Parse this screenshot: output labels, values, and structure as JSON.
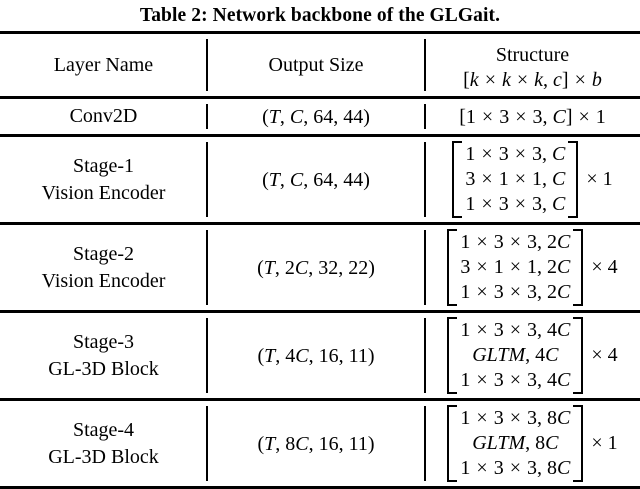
{
  "caption": "Table 2: Network backbone of the GLGait.",
  "table": {
    "columns": [
      {
        "id": "layer_name",
        "header": "Layer Name"
      },
      {
        "id": "output_size",
        "header": "Output Size"
      },
      {
        "id": "structure",
        "header_line1": "Structure",
        "header_line2": "[k × k × k, c] × b"
      }
    ],
    "rows": [
      {
        "layer_line1": "Conv2D",
        "layer_line2": "",
        "output_size": "(T, C, 64, 44)",
        "structure_lines": [
          "1 × 3 × 3, C"
        ],
        "structure_inline": "[1 × 3 × 3, C] × 1",
        "multiplier": "× 1",
        "bracketed": false
      },
      {
        "layer_line1": "Stage-1",
        "layer_line2": "Vision Encoder",
        "output_size": "(T, C, 64, 44)",
        "structure_lines": [
          "1 × 3 × 3, C",
          "3 × 1 × 1, C",
          "1 × 3 × 3, C"
        ],
        "multiplier": "× 1",
        "bracketed": true
      },
      {
        "layer_line1": "Stage-2",
        "layer_line2": "Vision Encoder",
        "output_size": "(T, 2C, 32, 22)",
        "structure_lines": [
          "1 × 3 × 3, 2C",
          "3 × 1 × 1, 2C",
          "1 × 3 × 3, 2C"
        ],
        "multiplier": "× 4",
        "bracketed": true
      },
      {
        "layer_line1": "Stage-3",
        "layer_line2": "GL-3D Block",
        "output_size": "(T, 4C, 16, 11)",
        "structure_lines": [
          "1 × 3 × 3, 4C",
          "GLTM, 4C",
          "1 × 3 × 3, 4C"
        ],
        "multiplier": "× 4",
        "bracketed": true
      },
      {
        "layer_line1": "Stage-4",
        "layer_line2": "GL-3D Block",
        "output_size": "(T, 8C, 16, 11)",
        "structure_lines": [
          "1 × 3 × 3, 8C",
          "GLTM, 8C",
          "1 × 3 × 3, 8C"
        ],
        "multiplier": "× 1",
        "bracketed": true
      }
    ]
  }
}
